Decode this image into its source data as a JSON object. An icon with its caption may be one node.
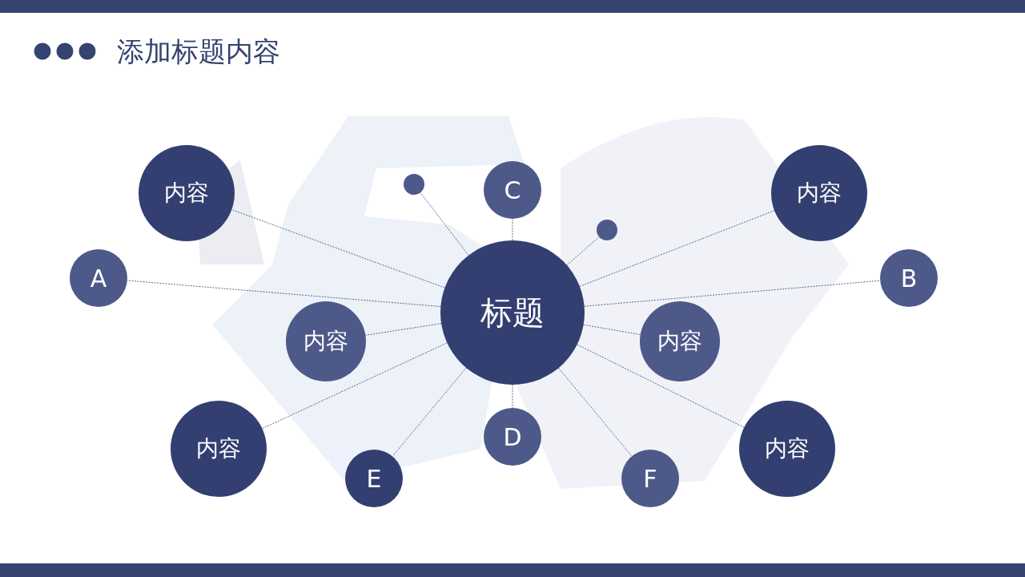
{
  "diagram": {
    "title": "添加标题内容",
    "nodes": [
      {
        "text": [
          "标题"
        ]
      },
      {
        "text": [
          "内容"
        ]
      },
      {
        "text": [
          "A"
        ]
      },
      {
        "text": [],
        "shape": "circle"
      },
      {
        "text": [
          "C"
        ]
      },
      {
        "text": [],
        "shape": "circle"
      },
      {
        "text": [
          "内容"
        ]
      },
      {
        "text": [
          "B"
        ]
      },
      {
        "text": [
          "内容"
        ]
      },
      {
        "text": [
          "内容"
        ]
      },
      {
        "text": [
          "内容"
        ]
      },
      {
        "text": [
          "E"
        ]
      },
      {
        "text": [
          "D"
        ]
      },
      {
        "text": [
          "F"
        ]
      },
      {
        "text": [
          "内容"
        ]
      }
    ],
    "edges": [
      {
        "from": 0,
        "to": 1,
        "arrow": "none",
        "style": "dashed"
      },
      {
        "from": 0,
        "to": 2,
        "arrow": "none",
        "style": "dashed"
      },
      {
        "from": 0,
        "to": 3,
        "arrow": "none",
        "style": "dashed"
      },
      {
        "from": 0,
        "to": 4,
        "arrow": "none",
        "style": "dashed"
      },
      {
        "from": 0,
        "to": 5,
        "arrow": "none",
        "style": "dashed"
      },
      {
        "from": 0,
        "to": 6,
        "arrow": "none",
        "style": "dashed"
      },
      {
        "from": 0,
        "to": 7,
        "arrow": "none",
        "style": "dashed"
      },
      {
        "from": 0,
        "to": 8,
        "arrow": "none",
        "style": "dashed"
      },
      {
        "from": 0,
        "to": 9,
        "arrow": "none",
        "style": "dashed"
      },
      {
        "from": 0,
        "to": 10,
        "arrow": "none",
        "style": "dashed"
      },
      {
        "from": 0,
        "to": 11,
        "arrow": "none",
        "style": "dashed"
      },
      {
        "from": 0,
        "to": 12,
        "arrow": "none",
        "style": "dashed"
      },
      {
        "from": 0,
        "to": 13,
        "arrow": "none",
        "style": "dashed"
      },
      {
        "from": 0,
        "to": 14,
        "arrow": "none",
        "style": "dashed"
      }
    ]
  }
}
